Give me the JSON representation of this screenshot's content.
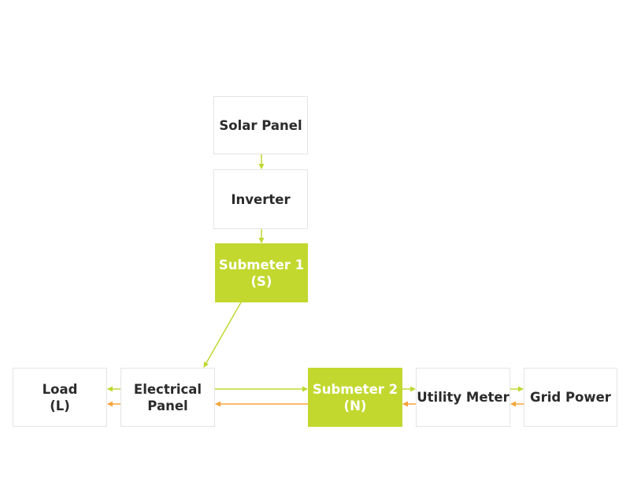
{
  "colors": {
    "flow_green": "#bfd833",
    "flow_orange": "#f5a53b",
    "highlight_box": "#c2d82f",
    "box_border": "#e4e4e4",
    "text": "#2b2b2b"
  },
  "nodes": {
    "solar_panel": {
      "label": "Solar Panel"
    },
    "inverter": {
      "label": "Inverter"
    },
    "submeter_1": {
      "line1": "Submeter 1",
      "line2": "(S)"
    },
    "load": {
      "line1": "Load",
      "line2": "(L)"
    },
    "electrical_panel": {
      "line1": "Electrical",
      "line2": "Panel"
    },
    "submeter_2": {
      "line1": "Submeter 2",
      "line2": "(N)"
    },
    "utility_meter": {
      "label": "Utility Meter"
    },
    "grid_power": {
      "label": "Grid Power"
    }
  },
  "edges": [
    {
      "from": "Solar Panel",
      "to": "Inverter",
      "color": "green"
    },
    {
      "from": "Inverter",
      "to": "Submeter 1",
      "color": "green"
    },
    {
      "from": "Submeter 1",
      "to": "Electrical Panel",
      "color": "green"
    },
    {
      "from": "Electrical Panel",
      "to": "Load",
      "color": "green"
    },
    {
      "from": "Electrical Panel",
      "to": "Load",
      "color": "orange"
    },
    {
      "from": "Electrical Panel",
      "to": "Submeter 2",
      "color": "green"
    },
    {
      "from": "Submeter 2",
      "to": "Electrical Panel",
      "color": "orange"
    },
    {
      "from": "Submeter 2",
      "to": "Utility Meter",
      "color": "green"
    },
    {
      "from": "Utility Meter",
      "to": "Submeter 2",
      "color": "orange"
    },
    {
      "from": "Utility Meter",
      "to": "Grid Power",
      "color": "green"
    },
    {
      "from": "Grid Power",
      "to": "Utility Meter",
      "color": "orange"
    }
  ]
}
